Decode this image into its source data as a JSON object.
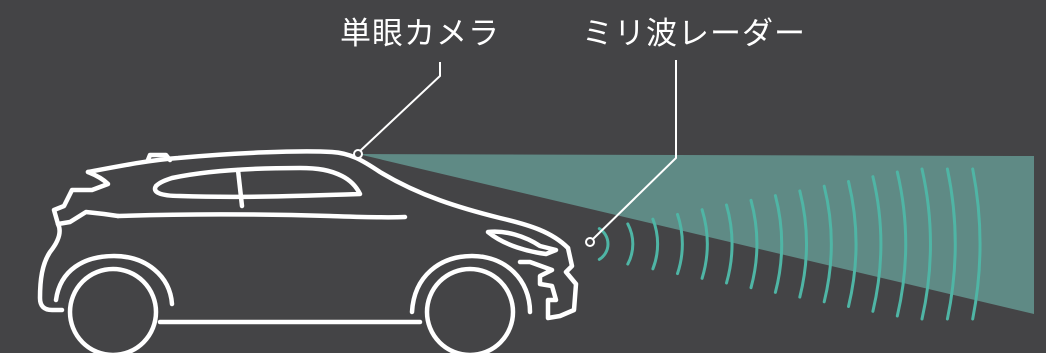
{
  "labels": {
    "camera": "単眼カメラ",
    "radar": "ミリ波レーダー"
  },
  "colors": {
    "background": "#444446",
    "outline": "#ffffff",
    "camera_beam": "#5f8a85",
    "radar_waves": "#4fb5a5"
  },
  "icons": {
    "car": "car-side-outline-icon",
    "camera_beam": "camera-field-of-view",
    "radar_waves": "radar-wave-arcs"
  }
}
